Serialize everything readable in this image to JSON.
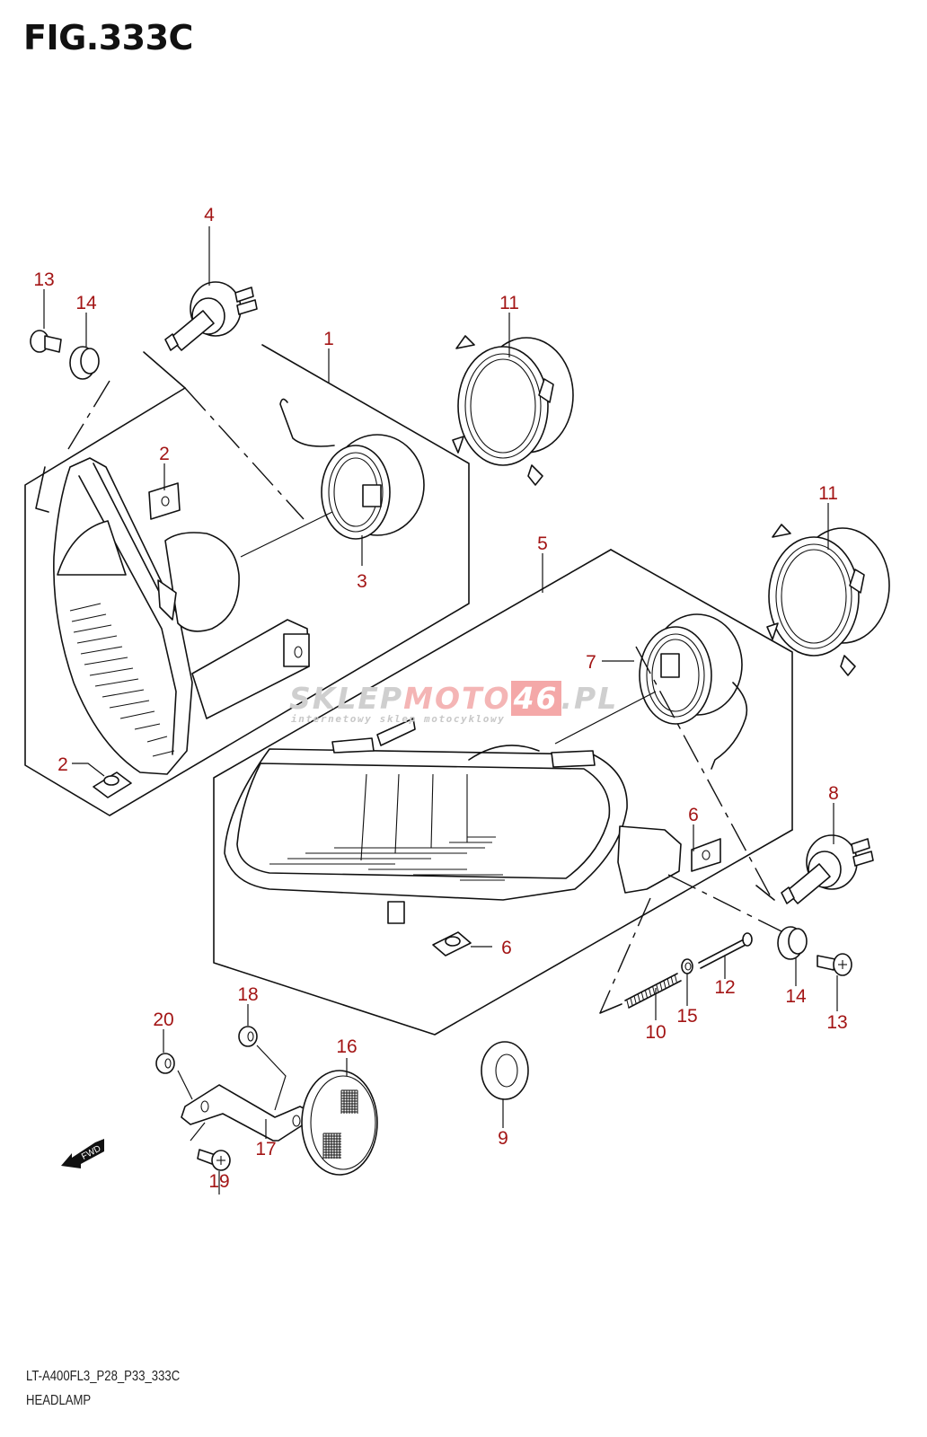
{
  "figure": {
    "title": "FIG.333C",
    "code": "LT-A400FL3_P28_P33_333C",
    "name": "HEADLAMP"
  },
  "watermark": {
    "brand_part1": "SKLEP",
    "brand_part2": "MOTO",
    "brand_part3": "46",
    "brand_part4": ".PL",
    "tagline": "internetowy sklep motocyklowy"
  },
  "direction_badge": {
    "label": "FWD",
    "icon": "arrow-left-down-icon"
  },
  "callouts": [
    {
      "id": "c1",
      "label": "1"
    },
    {
      "id": "c2a",
      "label": "2"
    },
    {
      "id": "c2b",
      "label": "2"
    },
    {
      "id": "c3",
      "label": "3"
    },
    {
      "id": "c4",
      "label": "4"
    },
    {
      "id": "c5",
      "label": "5"
    },
    {
      "id": "c6a",
      "label": "6"
    },
    {
      "id": "c6b",
      "label": "6"
    },
    {
      "id": "c7",
      "label": "7"
    },
    {
      "id": "c8",
      "label": "8"
    },
    {
      "id": "c9",
      "label": "9"
    },
    {
      "id": "c10",
      "label": "10"
    },
    {
      "id": "c11a",
      "label": "11"
    },
    {
      "id": "c11b",
      "label": "11"
    },
    {
      "id": "c12",
      "label": "12"
    },
    {
      "id": "c13a",
      "label": "13"
    },
    {
      "id": "c13b",
      "label": "13"
    },
    {
      "id": "c14a",
      "label": "14"
    },
    {
      "id": "c14b",
      "label": "14"
    },
    {
      "id": "c15",
      "label": "15"
    },
    {
      "id": "c16",
      "label": "16"
    },
    {
      "id": "c17",
      "label": "17"
    },
    {
      "id": "c18",
      "label": "18"
    },
    {
      "id": "c19",
      "label": "19"
    },
    {
      "id": "c20",
      "label": "20"
    }
  ],
  "colors": {
    "callout": "#a31515",
    "line": "#111111",
    "watermark_grey": "#cfcfcf",
    "watermark_red": "#f4a8a8"
  }
}
